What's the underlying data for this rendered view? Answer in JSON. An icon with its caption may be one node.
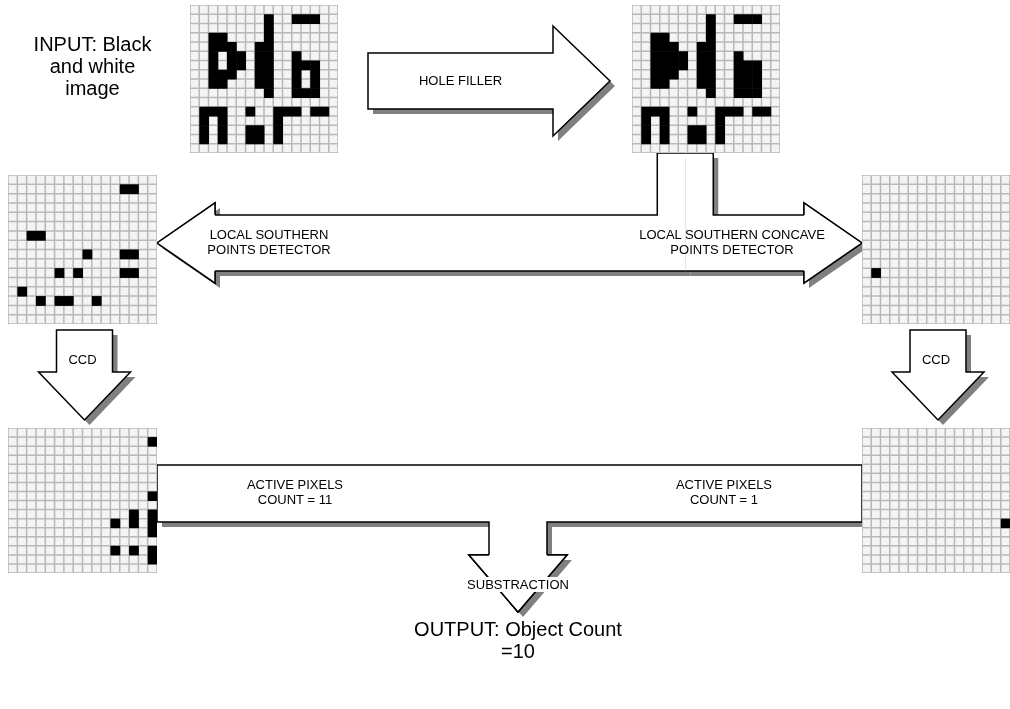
{
  "diagram": {
    "nodes": [
      {
        "text": [],
        "shape": "picture",
        "beside": [
          "INPUT: Black and white image"
        ]
      },
      {
        "text": [],
        "shape": "picture"
      },
      {
        "text": [],
        "shape": "picture"
      },
      {
        "text": [],
        "shape": "picture"
      },
      {
        "text": [],
        "shape": "picture"
      },
      {
        "text": [],
        "shape": "picture"
      },
      {
        "text": [
          "OUTPUT: Object Count =10"
        ]
      }
    ],
    "edges": [
      {
        "from": 0,
        "to": 1,
        "arrow": "to",
        "label": "HOLE FILLER"
      },
      {
        "from": 1,
        "to": 2,
        "arrow": "to",
        "label": "LOCAL SOUTHERN POINTS DETECTOR"
      },
      {
        "from": 1,
        "to": 3,
        "arrow": "to",
        "label": "LOCAL SOUTHERN CONCAVE POINTS DETECTOR"
      },
      {
        "from": 2,
        "to": 4,
        "arrow": "to",
        "label": "CCD"
      },
      {
        "from": 3,
        "to": 5,
        "arrow": "to",
        "label": "CCD"
      },
      {
        "from": 4,
        "to": 6,
        "arrow": "to",
        "label": "ACTIVE PIXELS COUNT = 11"
      },
      {
        "from": 5,
        "to": 6,
        "arrow": "to",
        "label": "ACTIVE PIXELS COUNT = 1"
      }
    ],
    "labels": [
      "SUBSTRACTION"
    ]
  }
}
